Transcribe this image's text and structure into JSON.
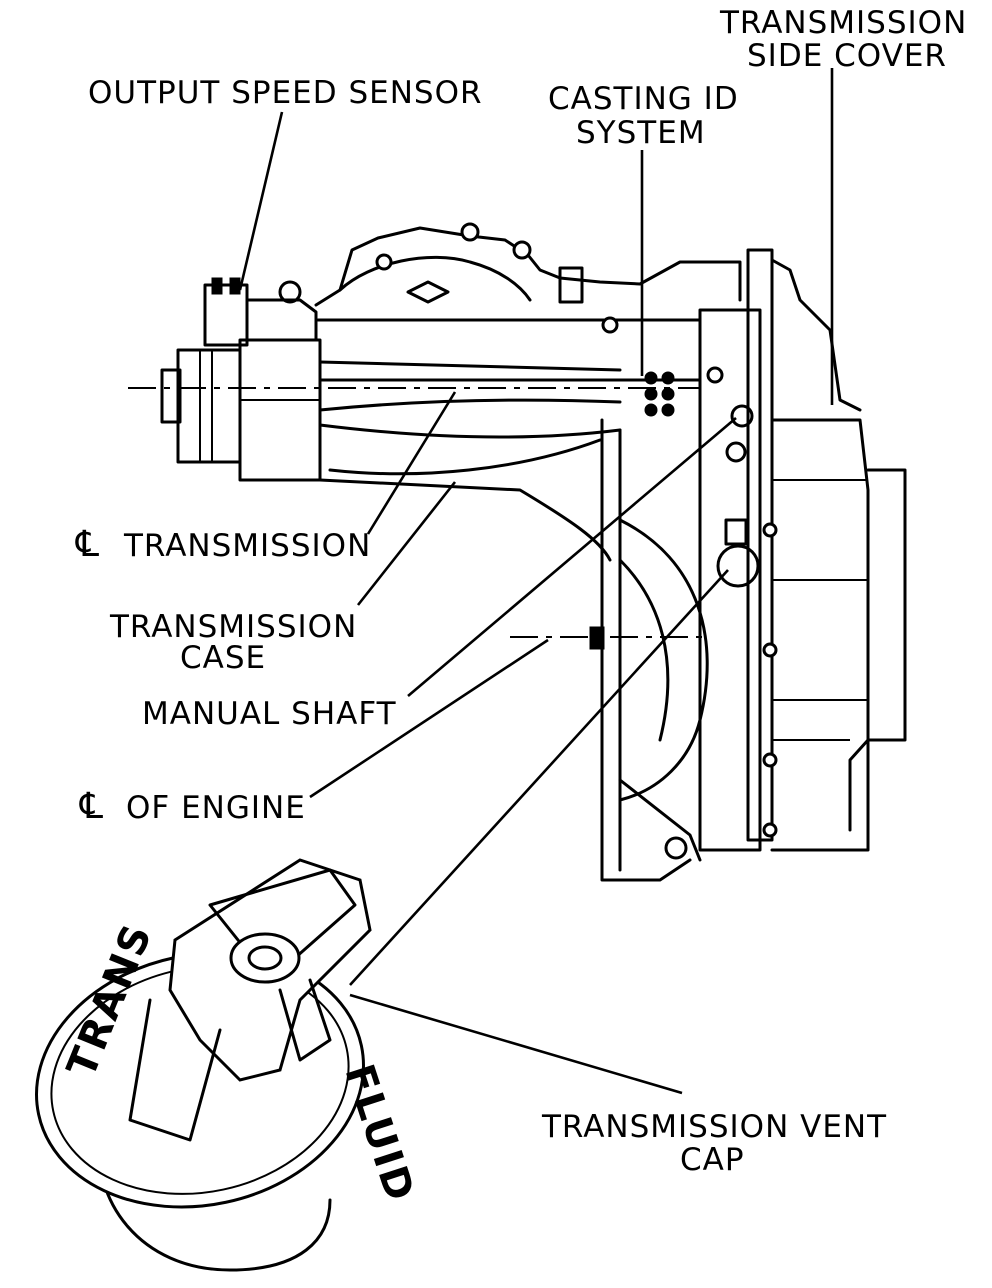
{
  "labels": {
    "output_speed_sensor": "OUTPUT SPEED SENSOR",
    "casting_id_line1": "CASTING ID",
    "casting_id_line2": "SYSTEM",
    "side_cover_line1": "TRANSMISSION",
    "side_cover_line2": "SIDE COVER",
    "cl_transmission": "TRANSMISSION",
    "transmission_case_line1": "TRANSMISSION",
    "transmission_case_line2": "CASE",
    "manual_shaft": "MANUAL SHAFT",
    "cl_of_engine": "OF ENGINE",
    "vent_cap_line1": "TRANSMISSION VENT",
    "vent_cap_line2": "CAP",
    "centerline_symbol": "℄"
  },
  "vent_cap_text": {
    "trans": "TRANS",
    "fluid": "FLUID"
  }
}
